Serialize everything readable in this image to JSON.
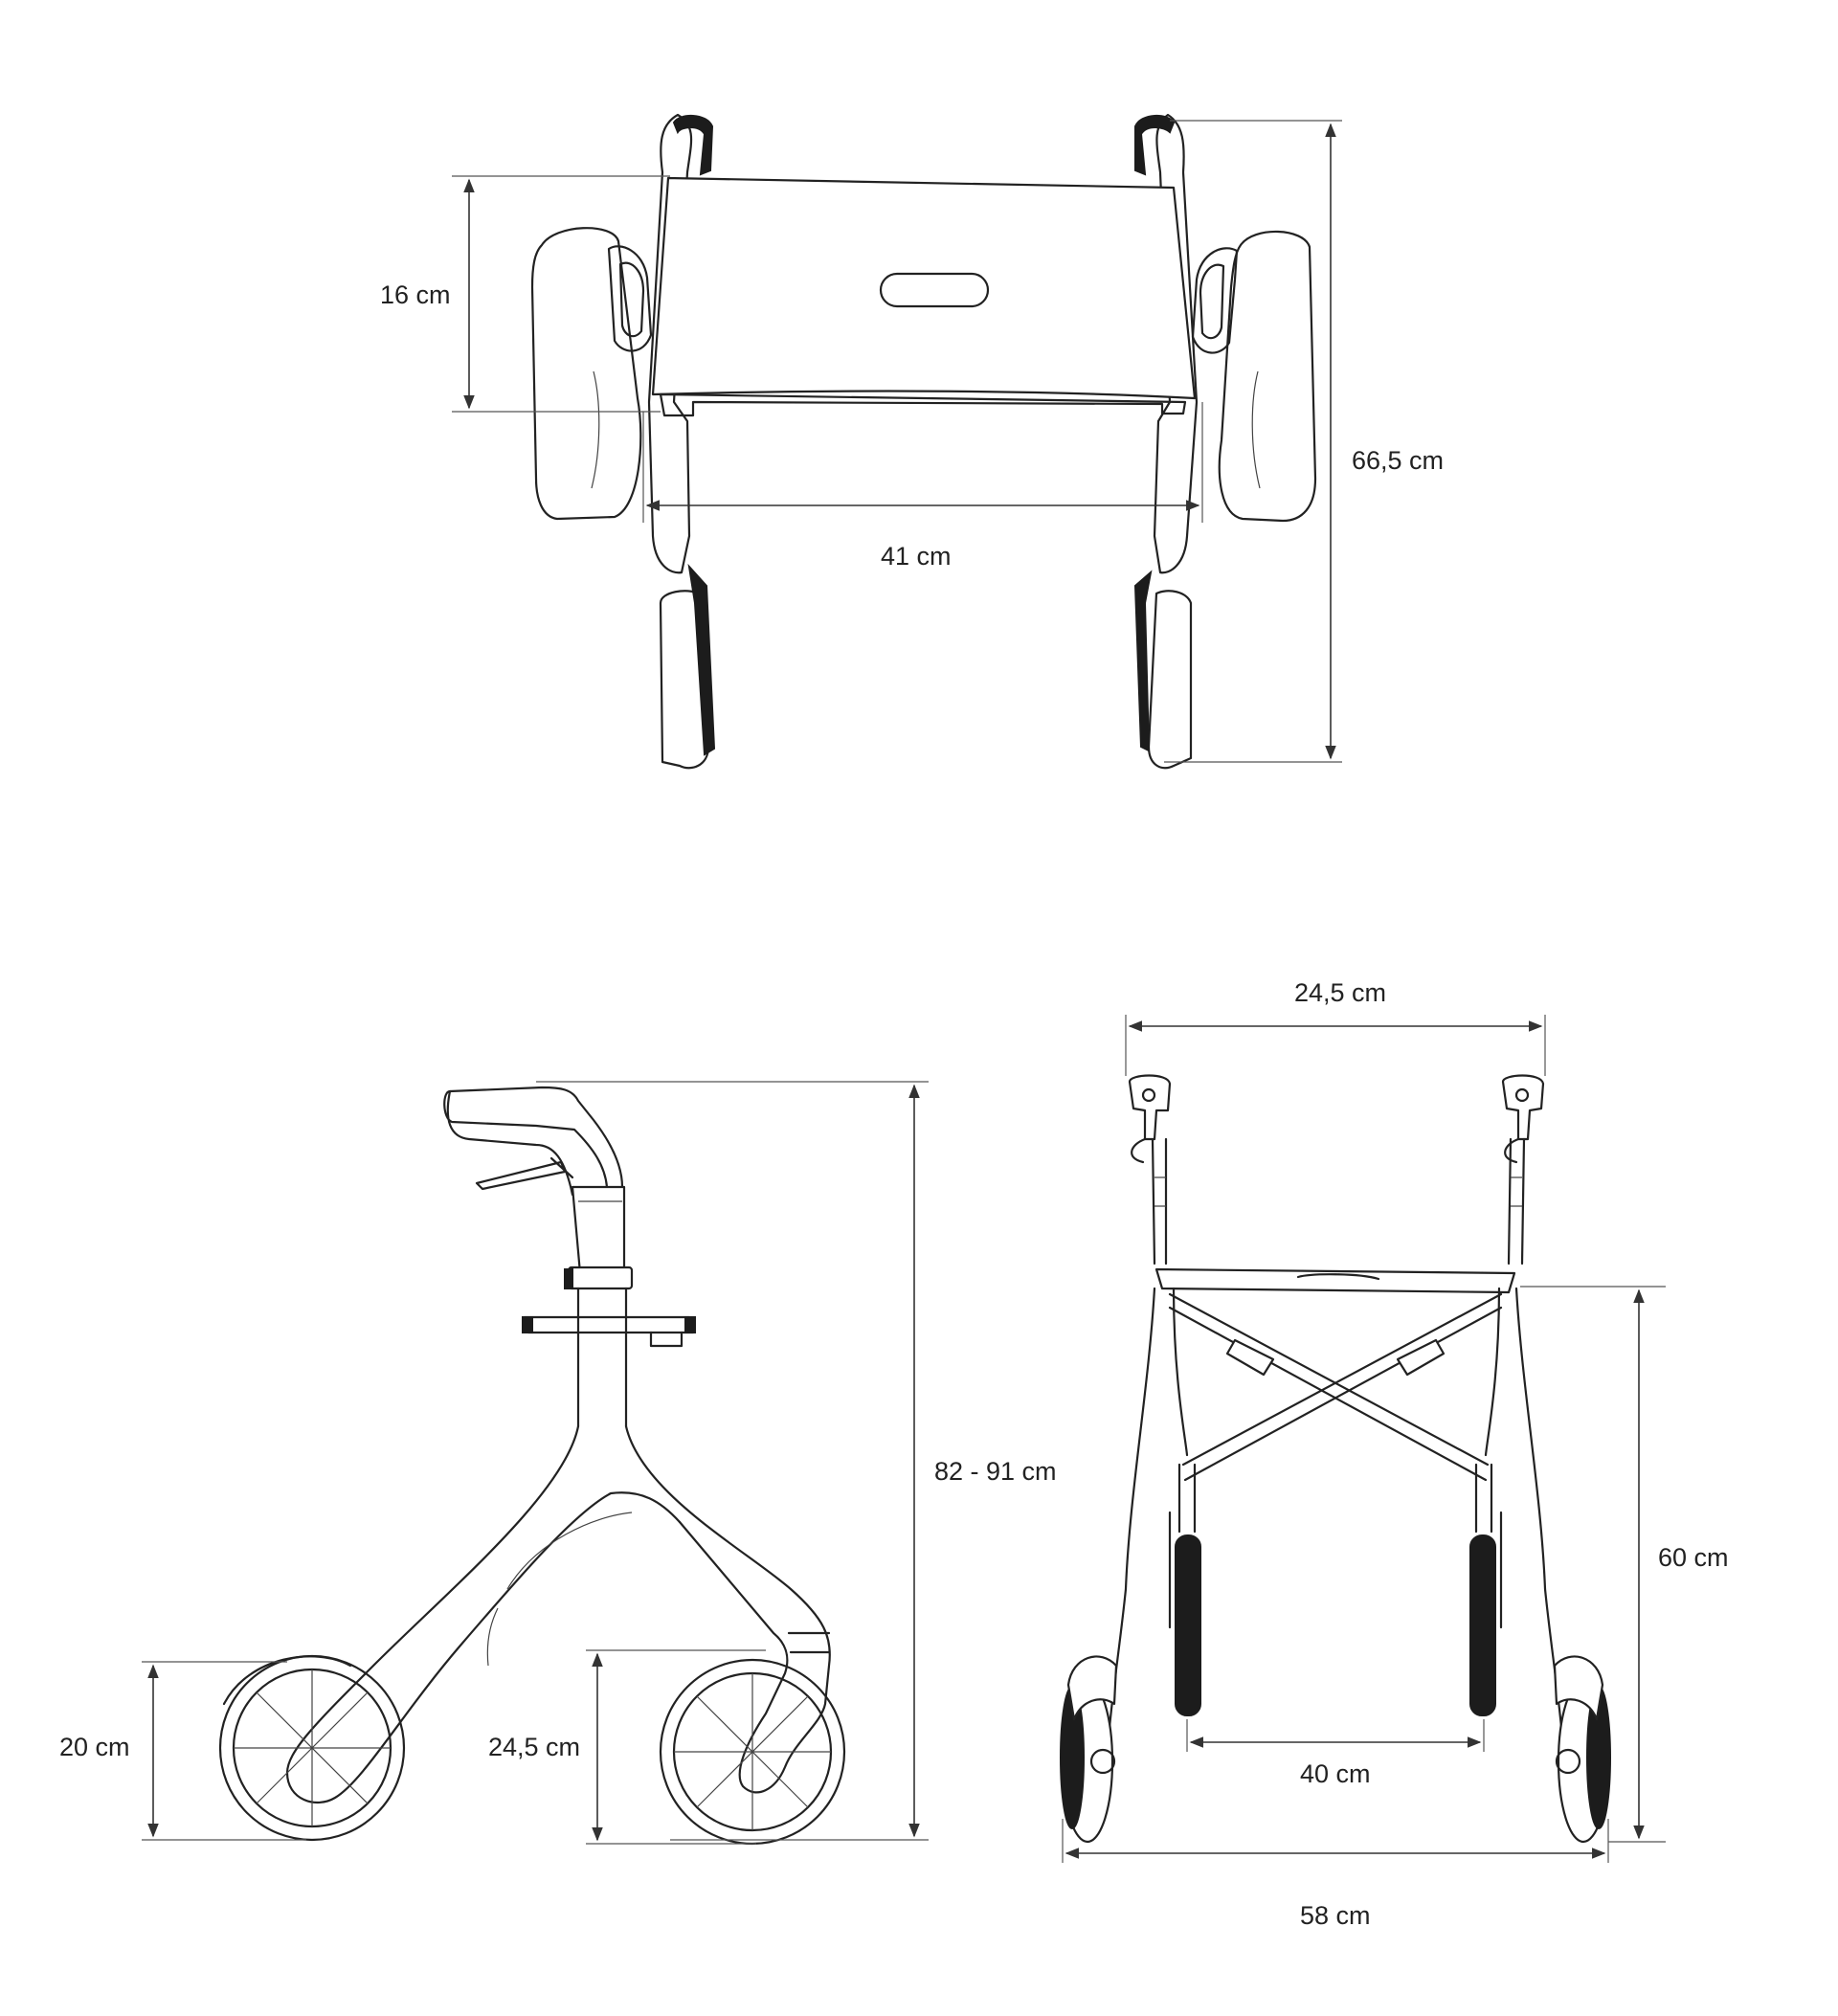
{
  "top_view": {
    "seat_depth": "16 cm",
    "seat_width": "41 cm",
    "folded_length": "66,5 cm"
  },
  "side_view": {
    "height_range": "82 - 91 cm",
    "rear_wheel_height": "20 cm",
    "front_wheel_height": "24,5 cm"
  },
  "front_view": {
    "handle_width": "24,5 cm",
    "seat_height": "60 cm",
    "inner_width": "40 cm",
    "overall_width": "58 cm"
  }
}
